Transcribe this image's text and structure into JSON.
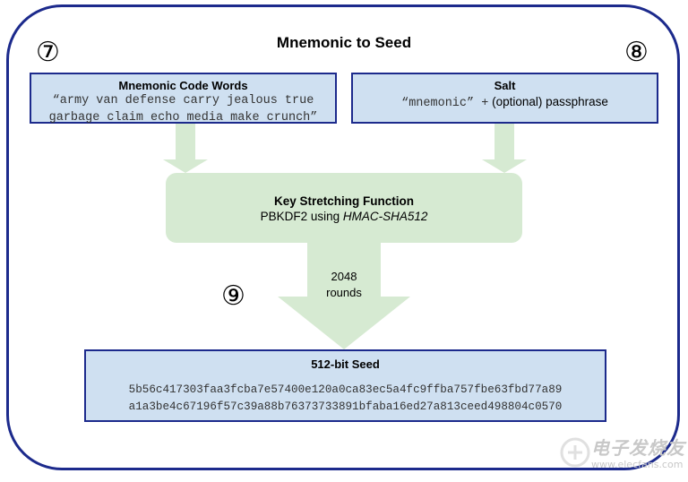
{
  "title": "Mnemonic to Seed",
  "steps": {
    "mnemonic_step": "⑦",
    "salt_step": "⑧",
    "rounds_step": "⑨"
  },
  "mnemonic_box": {
    "title": "Mnemonic Code Words",
    "line1": "“army van defense carry jealous true",
    "line2": "garbage claim echo media make crunch”"
  },
  "salt_box": {
    "title": "Salt",
    "mono_part": "“mnemonic” +",
    "text_part": "(optional) passphrase"
  },
  "kdf": {
    "title": "Key Stretching Function",
    "subtitle_prefix": "PBKDF2 using ",
    "subtitle_italic": "HMAC-SHA512"
  },
  "rounds": {
    "count": "2048",
    "label": "rounds"
  },
  "seed_box": {
    "title": "512-bit Seed",
    "line1": "5b56c417303faa3fcba7e57400e120a0ca83ec5a4fc9ffba757fbe63fbd77a89",
    "line2": "a1a3be4c67196f57c39a88b76373733891bfaba16ed27a813ceed498804c0570"
  },
  "watermark": {
    "text": "电子发烧友",
    "url": "www.elecfans.com"
  },
  "colors": {
    "frame": "#1c2a8c",
    "box_fill": "#cfe0f1",
    "arrow_fill": "#d6ead2"
  }
}
